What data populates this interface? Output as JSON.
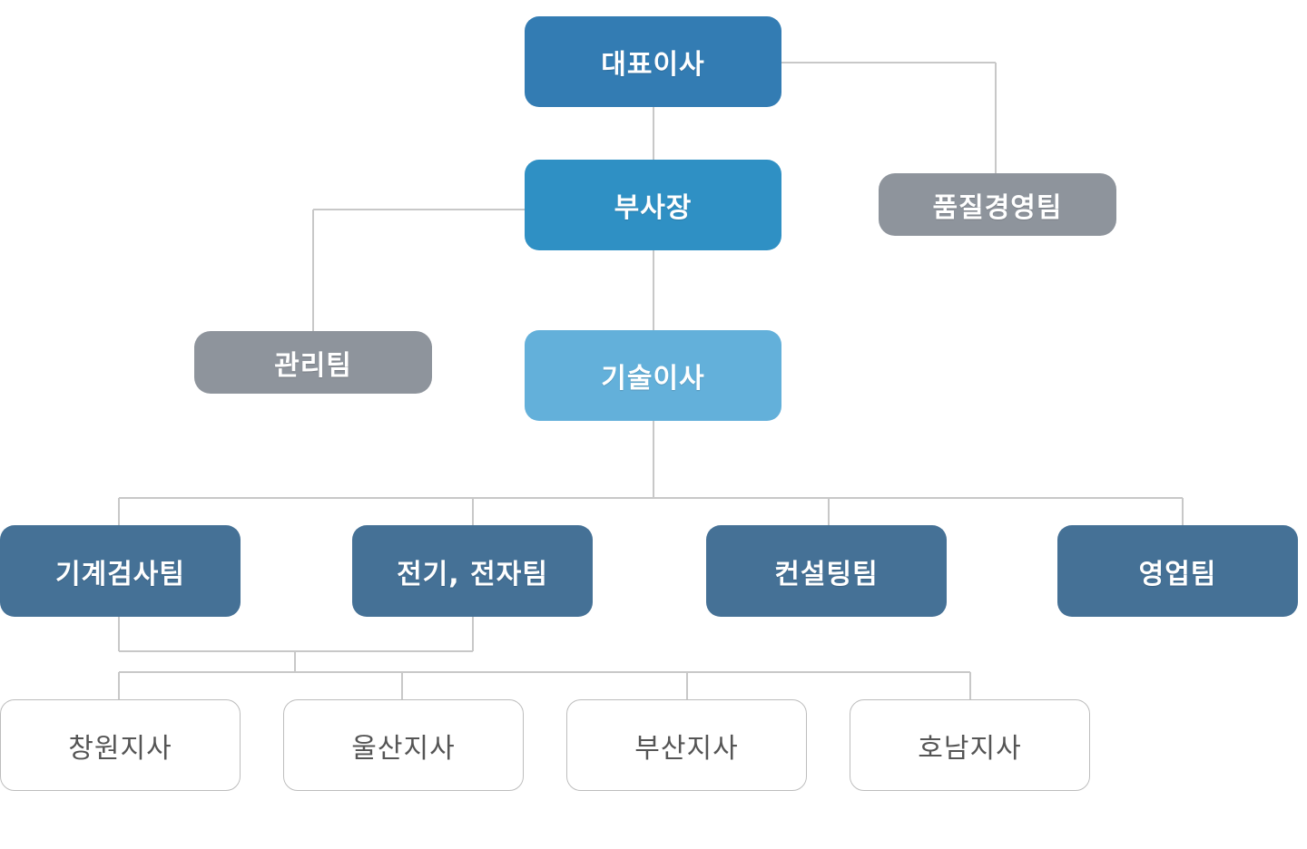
{
  "org": {
    "ceo": "대표이사",
    "vice_president": "부사장",
    "quality_team": "품질경영팀",
    "admin_team": "관리팀",
    "technical_director": "기술이사",
    "teams": [
      "기계검사팀",
      "전기, 전자팀",
      "컨설팅팀",
      "영업팀"
    ],
    "branches": [
      "창원지사",
      "울산지사",
      "부산지사",
      "호남지사"
    ]
  },
  "colors": {
    "ceo": "#337cb3",
    "vice_president": "#2f90c4",
    "technical_director": "#63b0da",
    "staff_team": "#8e949c",
    "department_team": "#457196",
    "branch_border": "#bdbdbd",
    "connector": "#c8c8c8"
  }
}
